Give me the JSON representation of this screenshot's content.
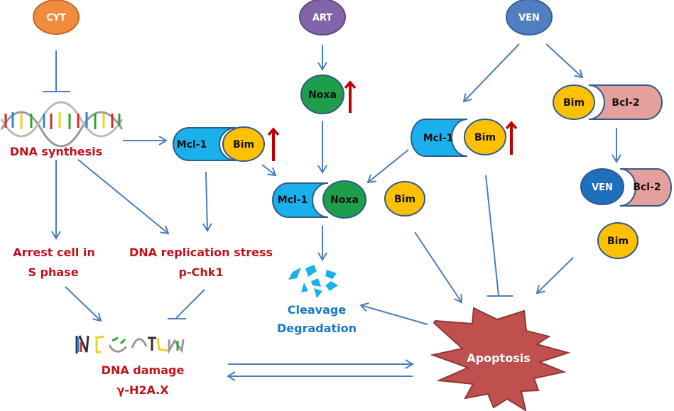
{
  "drugs": {
    "cyt": {
      "label": "CYT",
      "color": "#f28c3c"
    },
    "art": {
      "label": "ART",
      "color": "#8464a8"
    },
    "ven": {
      "label": "VEN",
      "color": "#4f7fc0"
    }
  },
  "proteins": {
    "noxa": "Noxa",
    "mcl1": "Mcl-1",
    "bim": "Bim",
    "bcl2": "Bcl-2",
    "ven": "VEN"
  },
  "complexes": {
    "mcl1_bim_left": {
      "a": "Mcl-1",
      "b": "Bim",
      "upregulated": true
    },
    "mcl1_noxa": {
      "a": "Mcl-1",
      "b": "Noxa"
    },
    "mcl1_bim_right": {
      "a": "Mcl-1",
      "b": "Bim",
      "upregulated": true
    },
    "bim_bcl2": {
      "a": "Bim",
      "b": "Bcl-2"
    },
    "ven_bcl2": {
      "a": "VEN",
      "b": "Bcl-2"
    }
  },
  "free_bim": [
    "Bim",
    "Bim"
  ],
  "texts": {
    "dna_synthesis": "DNA synthesis",
    "arrest_line1": "Arrest cell in",
    "arrest_line2": "S phase",
    "stress_line1": "DNA replication stress",
    "stress_line2": "p-Chk1",
    "damage_line1": "DNA damage",
    "damage_line2": "γ-H2A.X",
    "cleavage_line1": "Cleavage",
    "cleavage_line2": "Degradation",
    "apoptosis": "Apoptosis"
  },
  "colors": {
    "arrow": "#4a7ebb",
    "up_arrow": "#c00000",
    "mcl1": "#1ab0ec",
    "bim": "#ffc000",
    "noxa": "#1e9e4a",
    "bcl2": "#e6a09c",
    "ven_dark": "#1f6fbf",
    "apoptosis": "#c0504d",
    "red_text": "#c0121b",
    "blue_text": "#1878c2"
  }
}
